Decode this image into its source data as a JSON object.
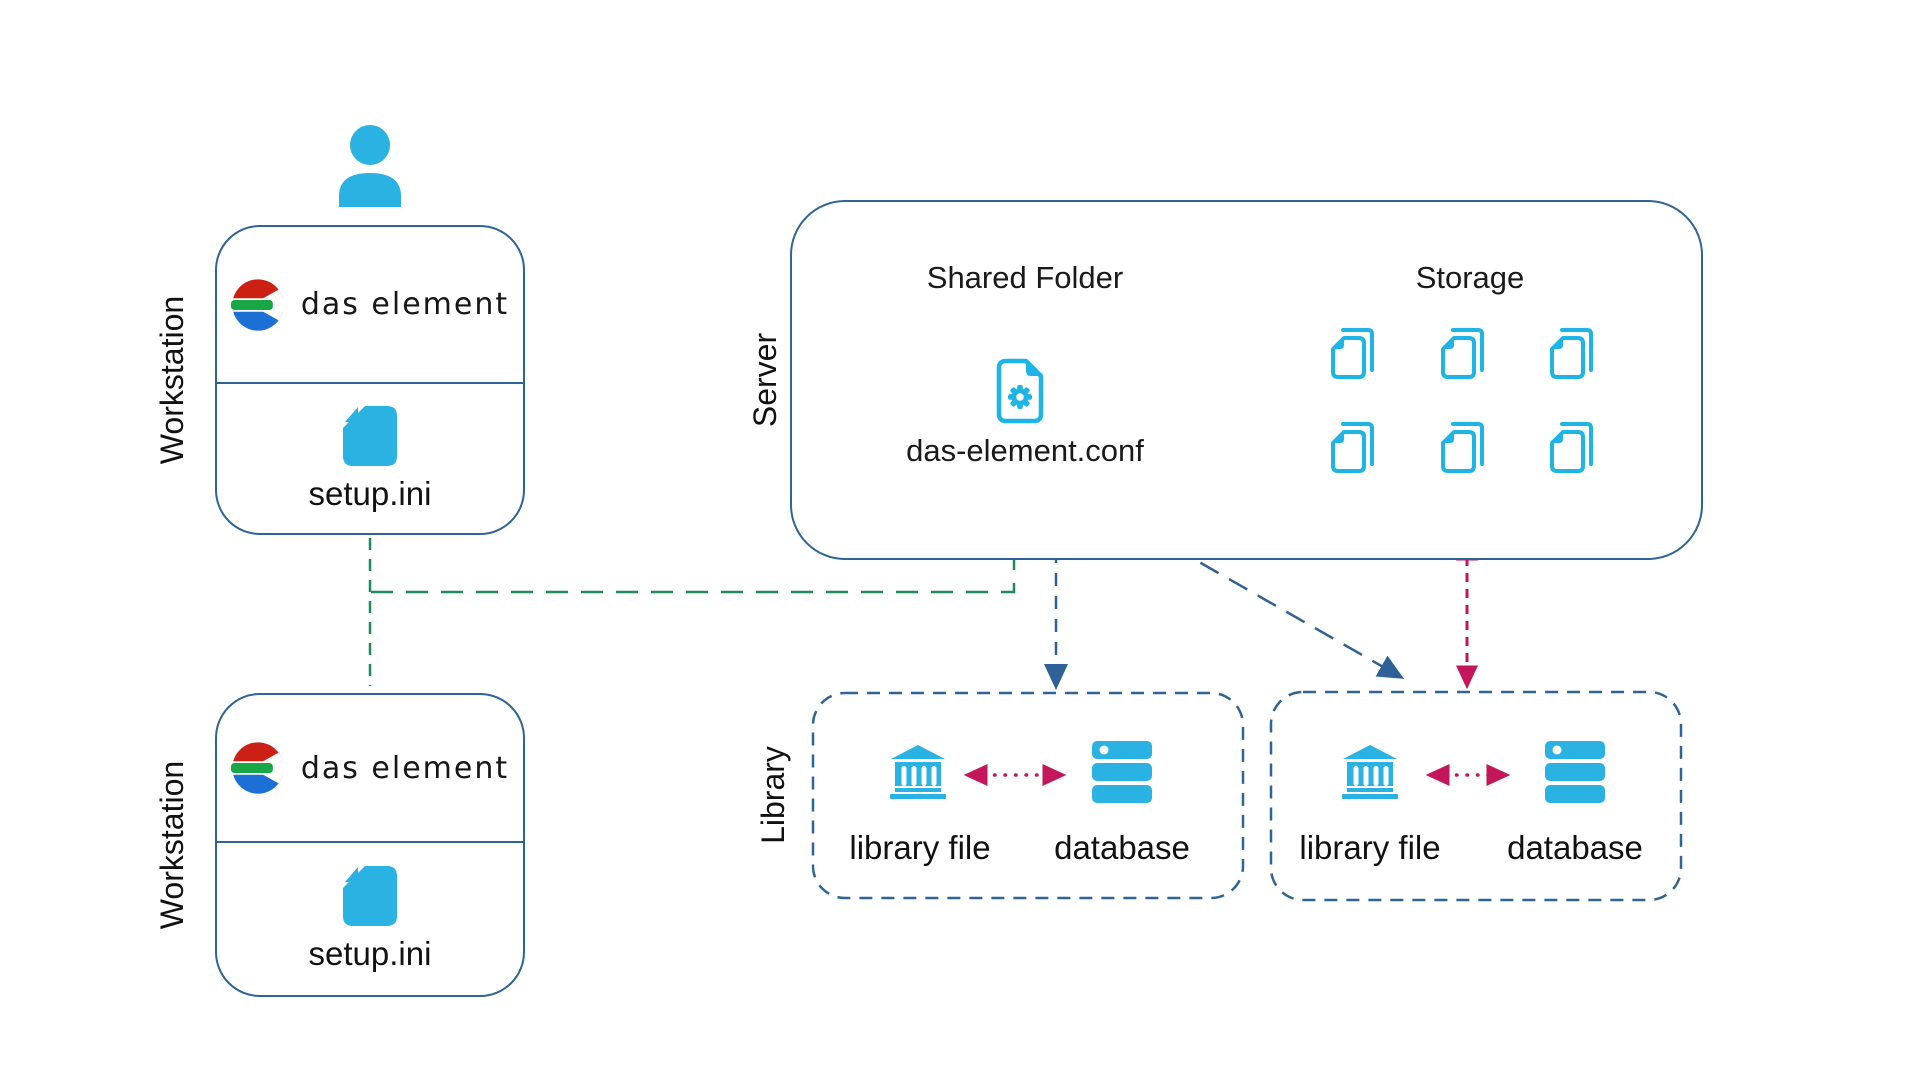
{
  "diagram": {
    "workstation1": {
      "label": "Workstation",
      "logo_text": "das element",
      "file": "setup.ini"
    },
    "workstation2": {
      "label": "Workstation",
      "logo_text": "das element",
      "file": "setup.ini"
    },
    "server": {
      "label": "Server"
    },
    "shared_folder": {
      "title": "Shared Folder",
      "file": "das-element.conf"
    },
    "storage": {
      "title": "Storage",
      "file_icon_count": 6
    },
    "library": {
      "label": "Library"
    },
    "library_left": {
      "file_label": "library file",
      "db_label": "database"
    },
    "library_right": {
      "file_label": "library file",
      "db_label": "database"
    },
    "icons": {
      "person": "person-icon",
      "logo": "das-element-logo-icon",
      "setup_file": "file-filled-icon",
      "config_file": "file-gear-icon",
      "storage_file": "file-copy-icon",
      "library_file": "bank-icon",
      "database": "database-stack-icon"
    },
    "colors": {
      "icon_cyan": "#29b2e2",
      "outline_cyan": "#1fb4e6",
      "border_navy": "#2e6496",
      "arrow_navy": "#2e6195",
      "arrow_green": "#1f8a5e",
      "arrow_crimson": "#c4165a",
      "logo_red": "#cc2015",
      "logo_green": "#17a845",
      "logo_blue": "#1c6fd4",
      "text": "#1a1a1a"
    }
  }
}
